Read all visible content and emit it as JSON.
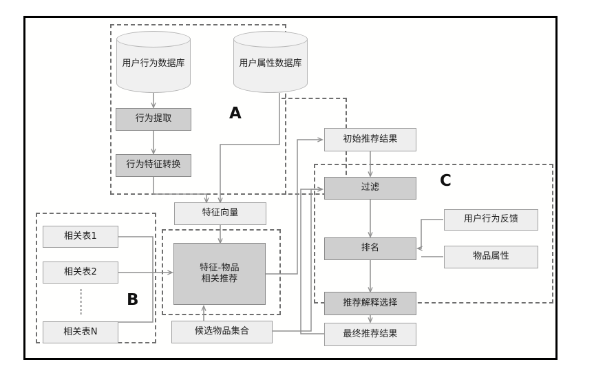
{
  "diagram": {
    "title": "Recommendation System Architecture Flowchart",
    "colors": {
      "frame_border": "#000000",
      "box_light_fill": "#eeeeee",
      "box_light_border": "#9e9e9e",
      "box_dark_fill": "#cfcfcf",
      "box_dark_border": "#8a8a8a",
      "cylinder_fill": "#f0f0f0",
      "group_dash": "#6e6e6e",
      "wire": "#8f8f8f",
      "background": "#ffffff"
    }
  },
  "groups": [
    {
      "id": "A",
      "label": "A"
    },
    {
      "id": "B",
      "label": "B"
    },
    {
      "id": "C",
      "label": "C"
    }
  ],
  "datastores": [
    {
      "id": "user-behavior-db",
      "label": "用户行为数据库"
    },
    {
      "id": "user-attribute-db",
      "label": "用户属性数据库"
    }
  ],
  "nodes": {
    "behavior_extraction": "行为提取",
    "behavior_feature_transform": "行为特征转换",
    "feature_vector": "特征向量",
    "relation_table_1": "相关表1",
    "relation_table_2": "相关表2",
    "relation_table_n": "相关表N",
    "feature_item_recommend": "特征-物品\n相关推荐",
    "candidate_item_set": "候选物品集合",
    "initial_recommend_result": "初始推荐结果",
    "filter": "过滤",
    "ranking": "排名",
    "recommend_explanation_select": "推荐解释选择",
    "final_recommend_result": "最终推荐结果",
    "user_behavior_feedback": "用户行为反馈",
    "item_attribute": "物品属性"
  }
}
